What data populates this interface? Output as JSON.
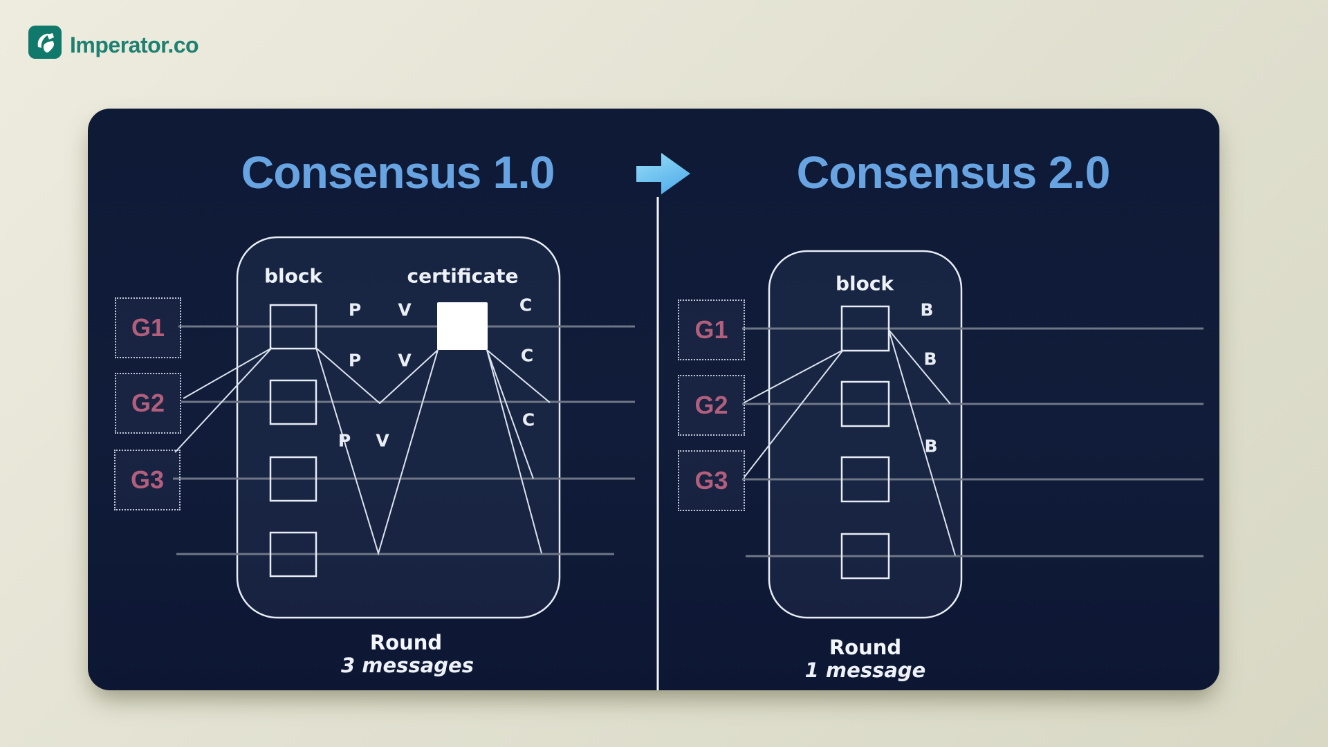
{
  "brand": {
    "name": "Imperator.co"
  },
  "titles": {
    "left": "Consensus 1.0",
    "right": "Consensus 2.0"
  },
  "left": {
    "block_label": "block",
    "certificate_label": "certificate",
    "validators": [
      "G1",
      "G2",
      "G3"
    ],
    "pv_labels": [
      {
        "p": "P",
        "v": "V"
      },
      {
        "p": "P",
        "v": "V"
      },
      {
        "p": "P",
        "v": "V"
      }
    ],
    "c_labels": [
      "C",
      "C",
      "C"
    ],
    "caption_title": "Round",
    "caption_sub": "3 messages"
  },
  "right": {
    "block_label": "block",
    "validators": [
      "G1",
      "G2",
      "G3"
    ],
    "b_labels": [
      "B",
      "B",
      "B"
    ],
    "caption_title": "Round",
    "caption_sub": "1 message"
  },
  "colors": {
    "background_beige": "#e3e2d2",
    "card_navy": "#101c39",
    "title_blue": "#68a4e2",
    "arrow_blue_light": "#98dcf8",
    "arrow_blue_dark": "#55b1ea",
    "validator_pink": "#b25f7e",
    "timeline_gray": "#6f7787",
    "diagram_white": "#dde4ef",
    "brand_teal": "#1e8070",
    "logo_teal": "#11796b",
    "certificate_fill": "#ffffff"
  }
}
